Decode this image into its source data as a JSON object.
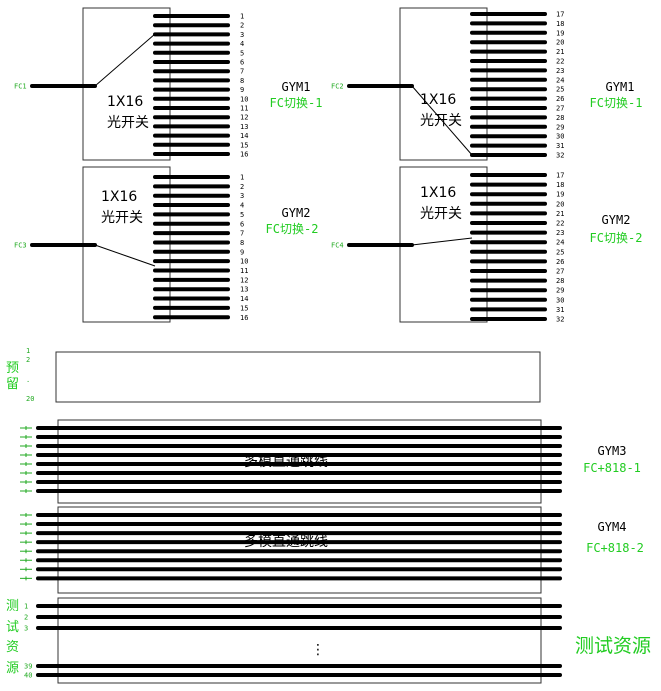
{
  "switches": [
    {
      "id": "sw1",
      "fc": "FC1",
      "ports": [
        "1",
        "2",
        "3",
        "4",
        "5",
        "6",
        "7",
        "8",
        "9",
        "10",
        "11",
        "12",
        "13",
        "14",
        "15",
        "16"
      ],
      "title_line1": "1X16",
      "title_line2": "光开关"
    },
    {
      "id": "sw2",
      "fc": "FC2",
      "ports": [
        "17",
        "18",
        "19",
        "20",
        "21",
        "22",
        "23",
        "24",
        "25",
        "26",
        "27",
        "28",
        "29",
        "30",
        "31",
        "32"
      ],
      "title_line1": "1X16",
      "title_line2": "光开关"
    },
    {
      "id": "sw3",
      "fc": "FC3",
      "ports": [
        "1",
        "2",
        "3",
        "4",
        "5",
        "6",
        "7",
        "8",
        "9",
        "10",
        "11",
        "12",
        "13",
        "14",
        "15",
        "16"
      ],
      "title_line1": "1X16",
      "title_line2": "光开关"
    },
    {
      "id": "sw4",
      "fc": "FC4",
      "ports": [
        "17",
        "18",
        "19",
        "20",
        "21",
        "22",
        "23",
        "24",
        "25",
        "26",
        "27",
        "28",
        "29",
        "30",
        "31",
        "32"
      ],
      "title_line1": "1X16",
      "title_line2": "光开关"
    }
  ],
  "group_labels": [
    {
      "id": "gym1-left",
      "name": "GYM1",
      "sub": "FC切换-1"
    },
    {
      "id": "gym1-right",
      "name": "GYM1",
      "sub": "FC切换-1"
    },
    {
      "id": "gym2-left",
      "name": "GYM2",
      "sub": "FC切换-2"
    },
    {
      "id": "gym2-right",
      "name": "GYM2",
      "sub": "FC切换-2"
    },
    {
      "id": "gym3",
      "name": "GYM3",
      "sub": "FC+818-1"
    },
    {
      "id": "gym4",
      "name": "GYM4",
      "sub": "FC+818-2"
    }
  ],
  "reserve": {
    "label_line1": "预",
    "label_line2": "留",
    "nums": [
      "1",
      "2",
      ".",
      "20"
    ]
  },
  "jumpers": {
    "title": "多模直通跳线"
  },
  "test": {
    "side_label": [
      "测",
      "试",
      "资",
      "源"
    ],
    "nums": [
      "1",
      "2",
      "3",
      "39",
      "40"
    ],
    "ellipsis": "⋮",
    "big_label": "测试资源"
  },
  "colors": {
    "green": "#22cc22",
    "line": "#000000",
    "border": "#333333"
  }
}
